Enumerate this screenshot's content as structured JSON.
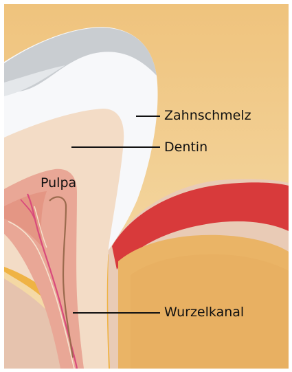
{
  "labels": {
    "enamel": "Zahnschmelz",
    "dentin": "Dentin",
    "pulp": "Pulpa",
    "root_canal": "Wurzelkanal"
  },
  "colors": {
    "background_top": "#efc37d",
    "background_bottom": "#f6dfb0",
    "enamel": "#f7f8fa",
    "enamel_shade": "#c9cdd1",
    "dentin": "#f3dcc6",
    "pulp": "#e9a796",
    "gum": "#d83a3b",
    "gum_tissue": "#e7c6b1",
    "bone": "#eab466",
    "root_outline": "#efb344",
    "nerve": "#d94a7c",
    "vessel": "#9a6a4d"
  }
}
